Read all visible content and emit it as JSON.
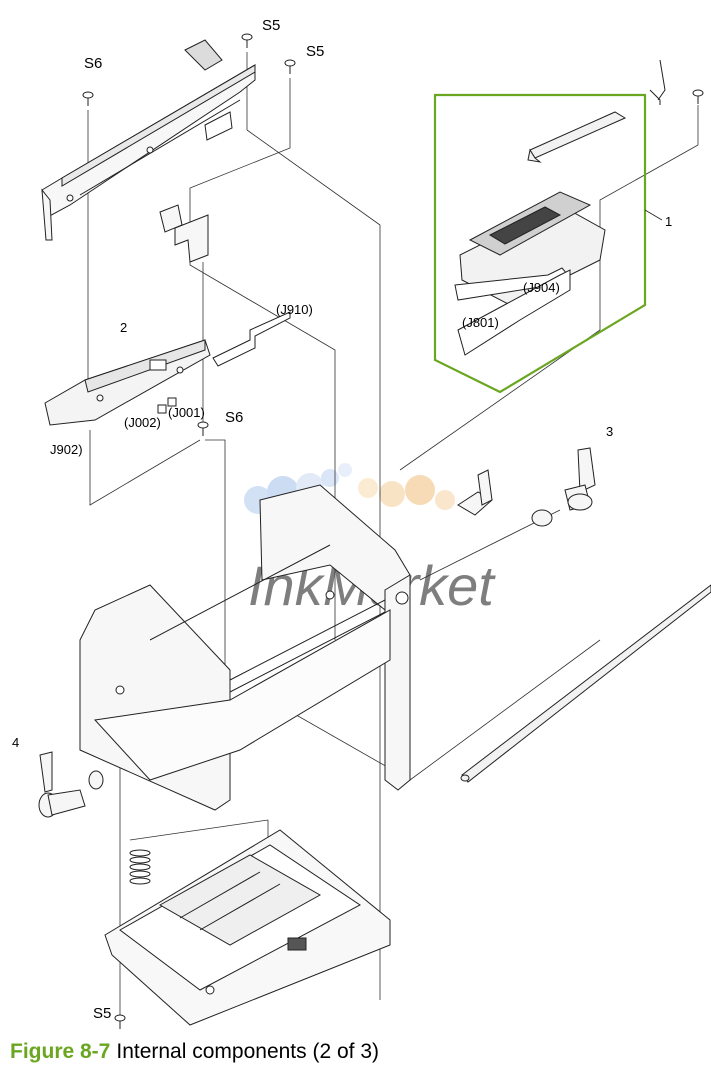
{
  "labels": {
    "s5_top": "S5",
    "s5_top2": "S5",
    "s6_top": "S6",
    "s6_mid": "S6",
    "s5_bottom": "S5",
    "callout_1": "1",
    "callout_2": "2",
    "callout_3": "3",
    "callout_4": "4",
    "j910": "(J910)",
    "j904": "(J904)",
    "j801": "(J801)",
    "j001": "(J001)",
    "j002": "(J002)",
    "j902": "J902)"
  },
  "watermark": {
    "text": "InkMarket"
  },
  "caption": {
    "figure_number": "Figure 8-7",
    "title": "Internal components (2 of 3)"
  },
  "colors": {
    "caption_accent": "#6aa620",
    "callout_frame": "#6aa620",
    "line": "#222222"
  }
}
